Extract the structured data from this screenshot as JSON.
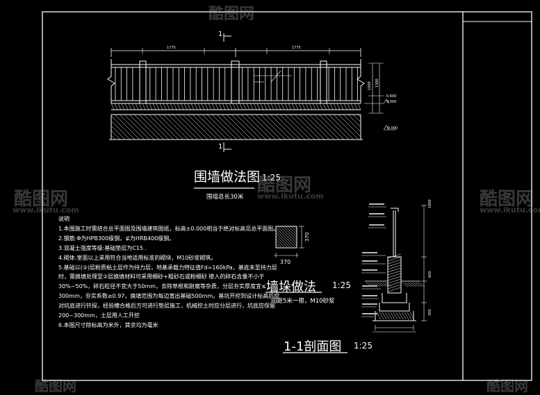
{
  "titles": {
    "wall": "围墙做法图",
    "wall_scale": "1:25",
    "wall_sub": "围墙总长30米",
    "pier": "墙垛做法",
    "pier_scale": "1:25",
    "pier_sub": "间距5米一根，M10砂浆",
    "section": "1-1剖面图",
    "section_scale": "1:25"
  },
  "section_marks": {
    "top": "1",
    "bottom": "1"
  },
  "dims": {
    "span1": "1775",
    "span2": "1775",
    "pier_width": "370",
    "pier_height": "370",
    "height1": "1000",
    "height2": "1300",
    "elev_ground": "0.000",
    "elev_mid": "0.600",
    "elev_low": "-0.000",
    "sec_top": "1800",
    "sec_mid": "600",
    "sec_base": "300"
  },
  "notes": {
    "heading": "说明",
    "items": [
      "1.本围施工时需结合总平面图及围墙建筑图纸，标高±0.000相当于绝对标高见总平面图。",
      "2.钢筋:Φ为HPB300级钢，⊈为HRB400级钢。",
      "3.混凝土强度等级:基础垫层为C15 .",
      "4.砌体:室面以上采用符合当地适用标准的砌块，M10砂浆砌筑。",
      "5.基础以(②)层粉质粘土层作为持力层，地基承载力特征值Fd=160kPa，基底未至持力层",
      "时，需换填处理至②层换填材料可采用细砂+粗砂石或粉细砂 掺入的碎石含量不小于",
      "30%~50%，碎石粒径不宜大于50mm，去除草根和耐腐等杂质，分层夯实厚度宜≤",
      "300mm，夯实系数≥0.97，换填范围为每边宽出基础500mm。基坑开挖到设计标高后应",
      "对坑底进行钎探，经验槽合格后方可进行垫层施工，机械挖土时应分层进行，坑底应保留",
      "200~300mm，土层用人工开挖",
      "6.本图尺寸除标高为米外，其余均为毫米"
    ]
  },
  "watermark": {
    "text": "酷图网",
    "url": "www.ikutu.com"
  }
}
